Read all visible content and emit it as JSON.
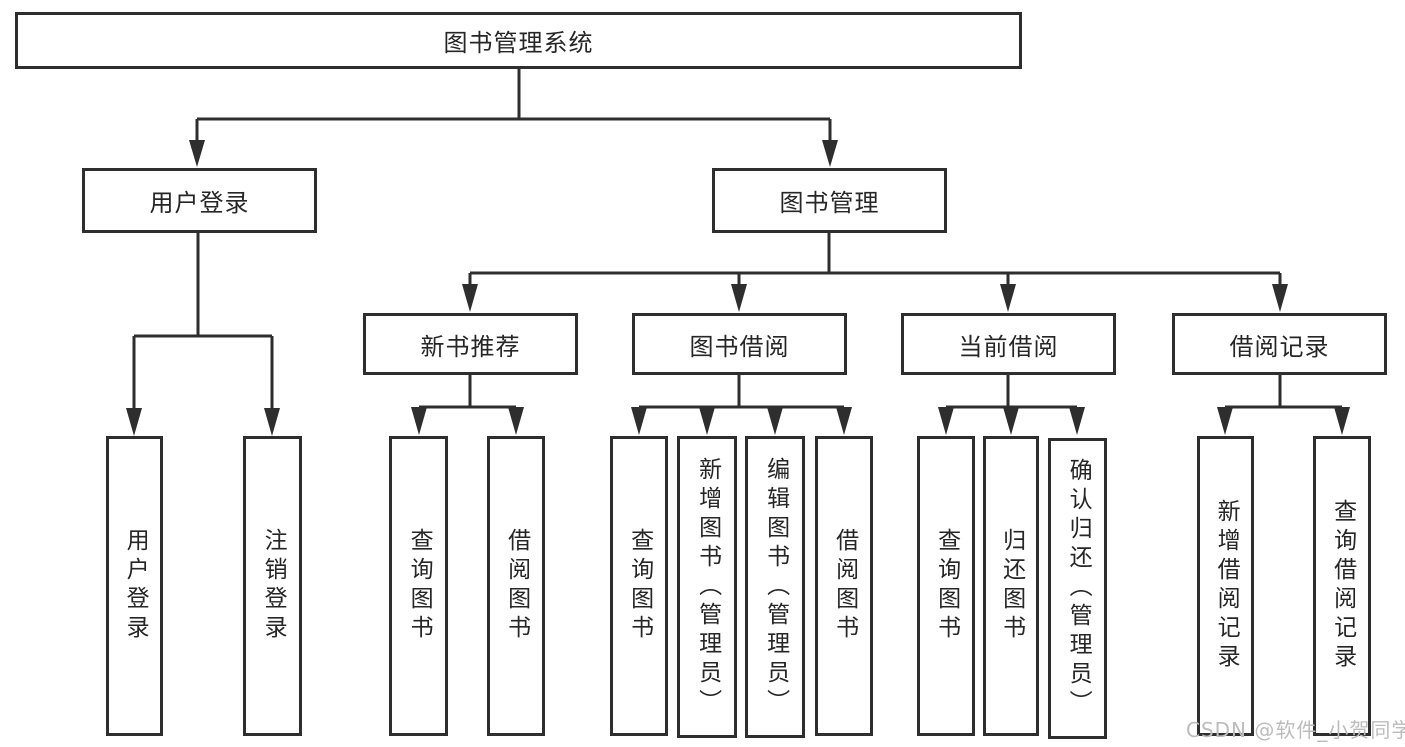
{
  "diagram": {
    "root": {
      "label": "图书管理系统"
    },
    "branches": [
      {
        "label": "用户登录",
        "leaves": [
          "用户登录",
          "注销登录"
        ]
      },
      {
        "label": "图书管理",
        "groups": [
          {
            "label": "新书推荐",
            "leaves": [
              "查询图书",
              "借阅图书"
            ]
          },
          {
            "label": "图书借阅",
            "leaves": [
              "查询图书",
              "新增图书（管理员）",
              "编辑图书（管理员）",
              "借阅图书"
            ]
          },
          {
            "label": "当前借阅",
            "leaves": [
              "查询图书",
              "归还图书",
              "确认归还（管理员）"
            ]
          },
          {
            "label": "借阅记录",
            "leaves": [
              "新增借阅记录",
              "查询借阅记录"
            ]
          }
        ]
      }
    ]
  },
  "watermark": {
    "text": "CSDN @软件_小贺同学"
  },
  "colors": {
    "line": "#2e2e2e",
    "text": "#262626",
    "watermark": "#bcbcbc",
    "background": "#ffffff"
  }
}
